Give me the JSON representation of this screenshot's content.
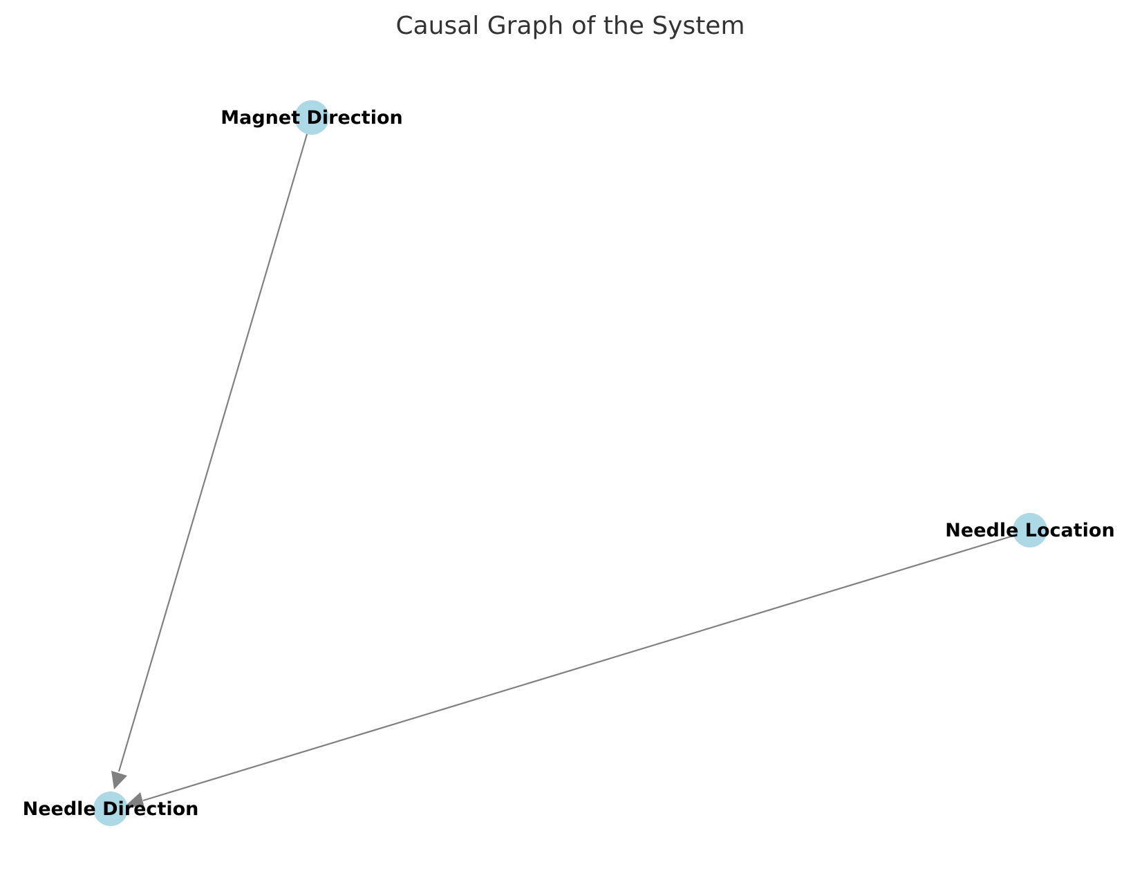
{
  "diagram": {
    "title": "Causal Graph of the System",
    "colors": {
      "node": "#add8e6",
      "edge": "#808080",
      "title": "#333333",
      "label": "#000000"
    },
    "nodes": [
      {
        "id": "magnet_direction",
        "label": "Magnet Direction"
      },
      {
        "id": "needle_location",
        "label": "Needle Location"
      },
      {
        "id": "needle_direction",
        "label": "Needle Direction"
      }
    ],
    "edges": [
      {
        "from": "magnet_direction",
        "to": "needle_direction"
      },
      {
        "from": "needle_location",
        "to": "needle_direction"
      }
    ]
  }
}
